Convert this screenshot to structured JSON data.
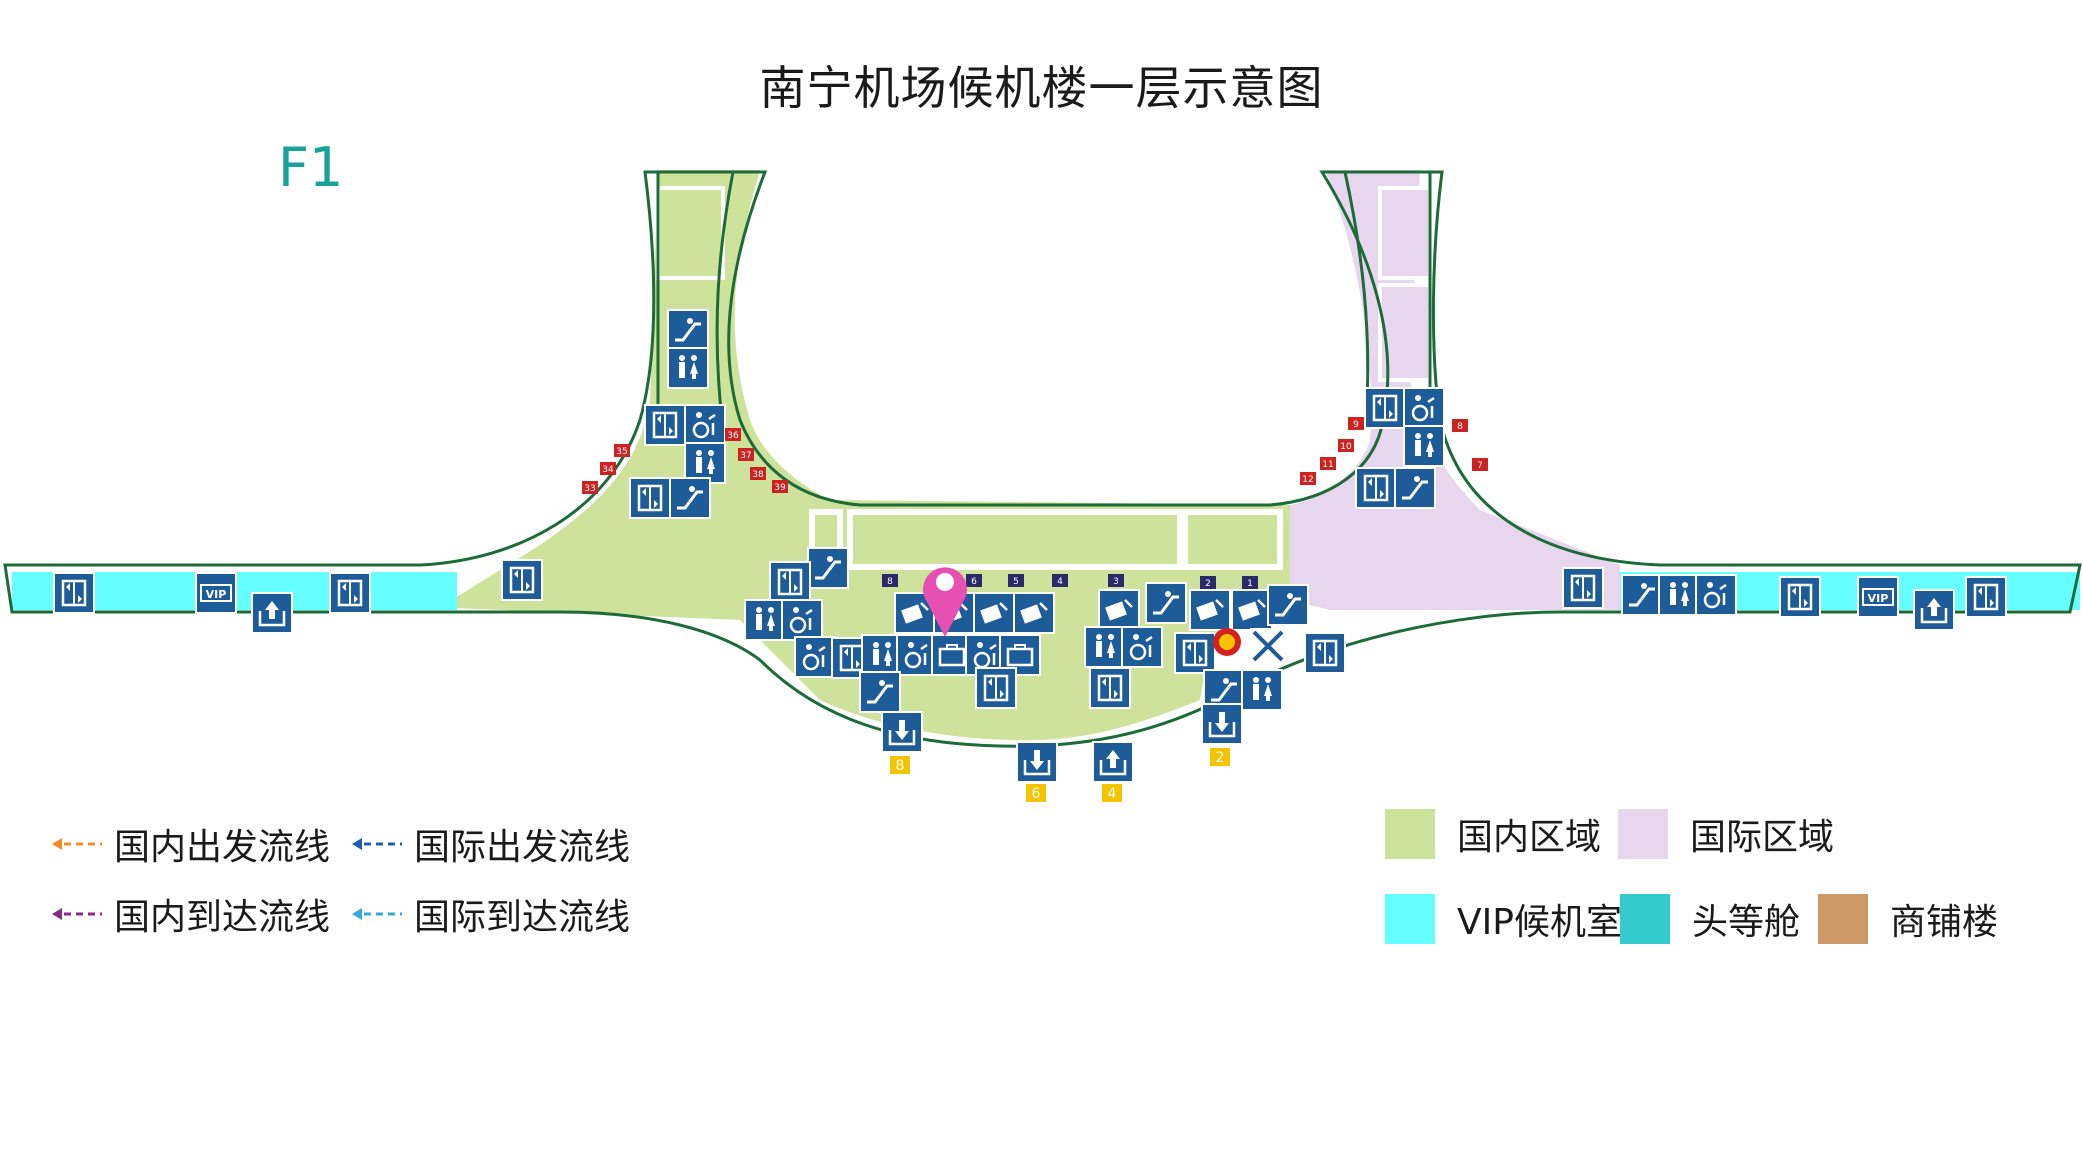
{
  "title": "南宁机场候机楼一层示意图",
  "floor_label": "F1",
  "colors": {
    "domestic": "#cfe29b",
    "international": "#e8d6ee",
    "vip": "#66ffff",
    "first_class": "#33cccc",
    "shops": "#cc9966",
    "outline": "#1e6b3a",
    "icon_bg": "#1d5c99",
    "marker": "#e84fb2",
    "gate_red": "#cc2222",
    "gate_navy": "#2a2a6a",
    "exit_yellow": "#f5c400"
  },
  "icons": {
    "elevator": "elevator-icon",
    "escalator": "escalator-icon",
    "restroom": "restroom-icon",
    "accessible": "accessible-restroom-icon",
    "vip": "vip-icon",
    "entrance": "entrance-icon",
    "exit": "exit-icon",
    "checkin": "check-in-icon",
    "baggage": "baggage-icon",
    "police": "police-icon",
    "location": "current-location-icon"
  },
  "gates": {
    "west": [
      "33",
      "34",
      "35",
      "36",
      "37",
      "38",
      "39"
    ],
    "east": [
      "7",
      "8",
      "9",
      "10",
      "11",
      "12"
    ],
    "counters": [
      "8",
      "6",
      "5",
      "4",
      "3",
      "2",
      "1"
    ]
  },
  "exits": [
    "8",
    "6",
    "4",
    "2"
  ],
  "icon_vip_text": "VIP",
  "flow_legend": [
    {
      "label": "国内出发流线",
      "color": "#f08a24"
    },
    {
      "label": "国际出发流线",
      "color": "#1f5fa8"
    },
    {
      "label": "国内到达流线",
      "color": "#8a2a8a"
    },
    {
      "label": "国际到达流线",
      "color": "#33aadd"
    }
  ],
  "area_legend": [
    {
      "label": "国内区域",
      "color": "#cfe29b"
    },
    {
      "label": "国际区域",
      "color": "#e8d6ee"
    },
    {
      "label": "VIP候机室",
      "color": "#66ffff"
    },
    {
      "label": "头等舱",
      "color": "#33cccc"
    },
    {
      "label": "商铺楼",
      "color": "#cc9966"
    }
  ]
}
